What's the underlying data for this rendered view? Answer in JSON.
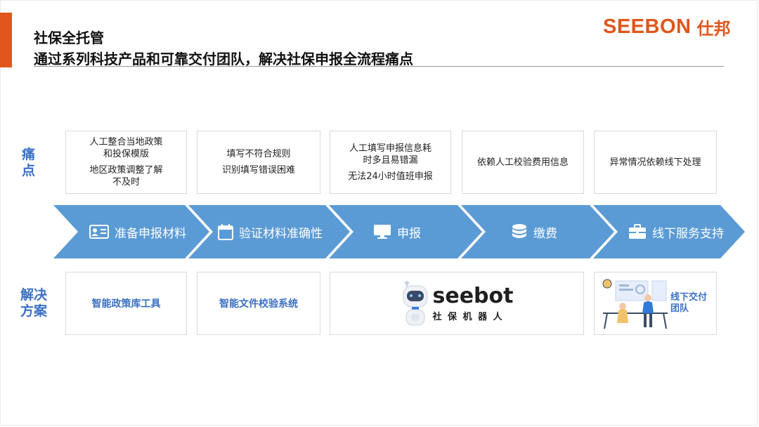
{
  "header": {
    "title": "社保全托管",
    "subtitle": "通过系列科技产品和可靠交付团队，解决社保申报全流程痛点"
  },
  "logo": {
    "text": "SEEBON",
    "cn": "仕邦"
  },
  "pain_label": "痛点",
  "solution_label": "解决方案",
  "pain_points": [
    {
      "lines": [
        "人工整合当地政策",
        "和投保模版"
      ],
      "lines2": [
        "地区政策调整了解",
        "不及时"
      ]
    },
    {
      "lines": [
        "填写不符合规则"
      ],
      "lines2": [
        "识别填写错误困难"
      ]
    },
    {
      "lines": [
        "人工填写申报信息耗",
        "时多且易错漏"
      ],
      "lines2": [
        "无法24小时值班申报"
      ]
    },
    {
      "lines": [
        "依赖人工校验费用信息"
      ],
      "lines2": []
    },
    {
      "lines": [
        "异常情况依赖线下处理"
      ],
      "lines2": []
    }
  ],
  "steps": [
    {
      "label": "准备申报材料",
      "icon": "id-card-icon"
    },
    {
      "label": "验证材料准确性",
      "icon": "calendar-icon"
    },
    {
      "label": "申报",
      "icon": "monitor-icon"
    },
    {
      "label": "缴费",
      "icon": "coins-icon"
    },
    {
      "label": "线下服务支持",
      "icon": "briefcase-icon"
    }
  ],
  "solutions": {
    "policy_tool": "智能政策库工具",
    "doc_check": "智能文件校验系统",
    "seebot_name": "seebot",
    "seebot_cn": "社 保 机 器 人",
    "offline_team": "线下交付团队"
  },
  "colors": {
    "accent": "#e0561b",
    "blue_text": "#3a70c4",
    "arrow_fill": "#5b9bd5"
  }
}
